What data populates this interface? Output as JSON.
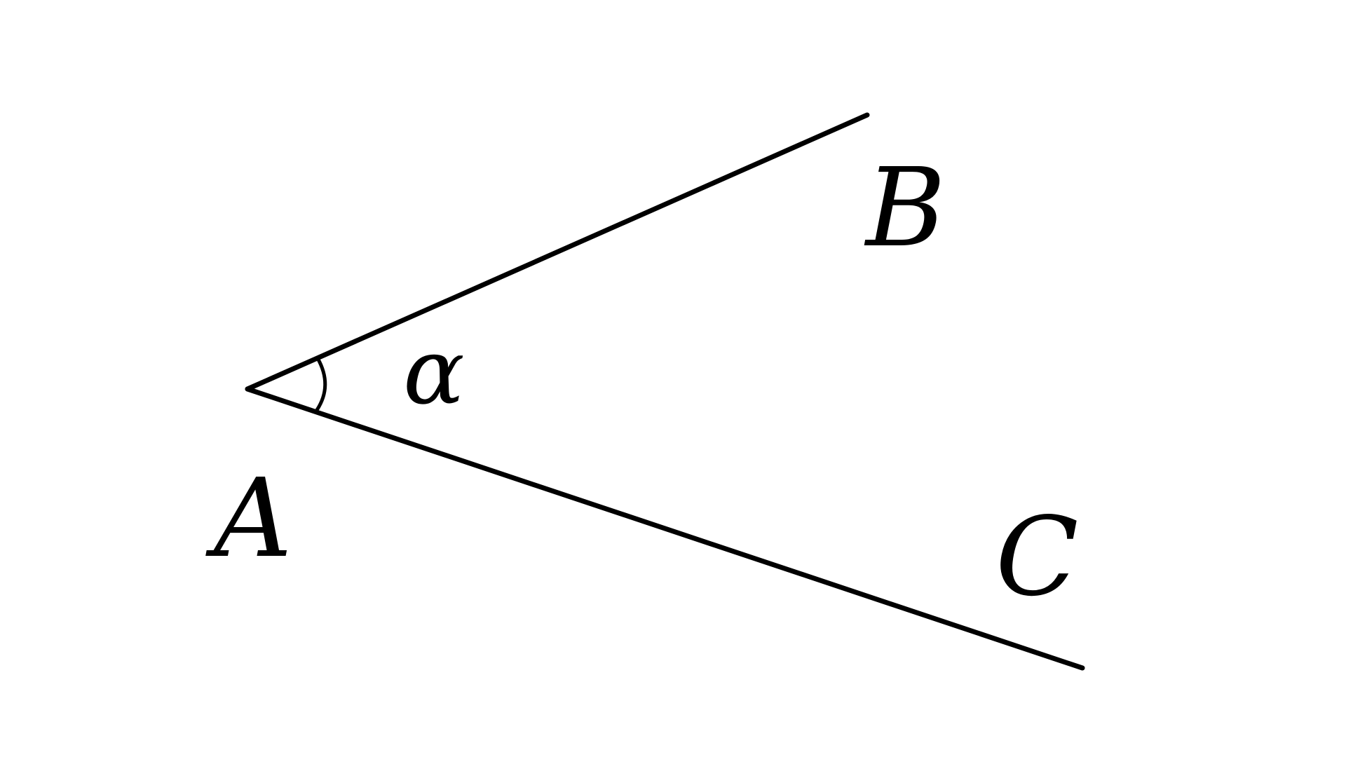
{
  "diagram": {
    "vertex_label": "A",
    "ray1_label": "B",
    "ray2_label": "C",
    "angle_label": "α"
  },
  "colors": {
    "stroke": "#000000",
    "background": "#ffffff"
  }
}
